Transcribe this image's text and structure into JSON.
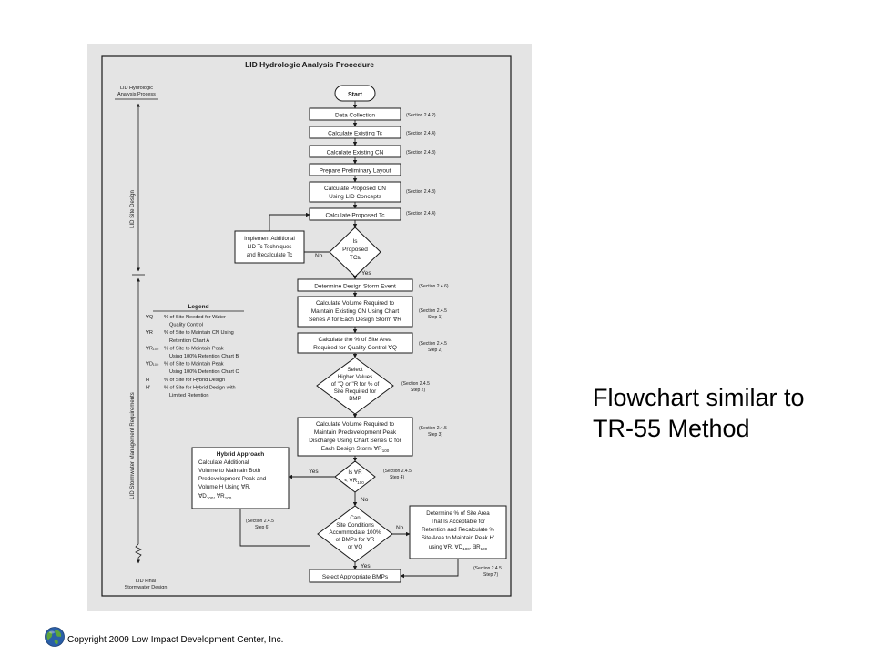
{
  "slide": {
    "caption_line1": "Flowchart similar to",
    "caption_line2": "TR-55 Method",
    "copyright": "Copyright 2009 Low Impact Development Center, Inc."
  },
  "flowchart": {
    "title": "LID Hydrologic Analysis Procedure",
    "side_labels": {
      "analysis_process": "LID Hydrologic Analysis Process",
      "site_design": "LID Site Design",
      "stormwater_requirements": "LID Stormwater Management Requirements",
      "final_design": "LID Final Stormwater Design"
    },
    "start": "Start",
    "steps": {
      "data_collection": "Data Collection",
      "existing_tc": "Calculate Existing Tc",
      "existing_cn": "Calculate Existing CN",
      "preliminary_layout": "Prepare Preliminary Layout",
      "proposed_cn_1": "Calculate Proposed CN",
      "proposed_cn_2": "Using LID Concepts",
      "proposed_tc": "Calculate Proposed Tc",
      "implement_1": "Implement Additional",
      "implement_2": "LID Tc Techniques",
      "implement_3": "and Recalculate Tc",
      "design_storm": "Determine Design Storm Event",
      "vol_existing_1": "Calculate Volume Required to",
      "vol_existing_2": "Maintain Existing CN Using Chart",
      "vol_existing_3": "Series A for Each Design Storm ∀R",
      "site_area_1": "Calculate the % of Site Area",
      "site_area_2": "Required for Quality Control ∀Q",
      "vol_predev_1": "Calculate Volume Required to",
      "vol_predev_2": "Maintain Predevelopment Peak",
      "vol_predev_3": "Discharge Using Chart Series C for",
      "vol_predev_4": "Each Design Storm ∀R",
      "vol_predev_4_sub": "100",
      "hybrid_title": "Hybrid Approach",
      "hybrid_1": "Calculate Additional",
      "hybrid_2": "Volume to Maintain Both",
      "hybrid_3": "Predevelopment Peak and",
      "hybrid_4": "Volume H Using ∀R,",
      "hybrid_5a": "∀D",
      "hybrid_5sub1": "100",
      "hybrid_5b": ", ∀R",
      "hybrid_5sub2": "100",
      "determine_1": "Determine % of Site Area",
      "determine_2": "That Is Acceptable for",
      "determine_3": "Retention and Recalculate %",
      "determine_4": "Site Area to Maintain Peak  H'",
      "determine_5a": "using ∀R, ∀D",
      "determine_5sub1": "100",
      "determine_5b": ", ∃R",
      "determine_5sub2": "100",
      "select_bmps": "Select Appropriate BMPs"
    },
    "decisions": {
      "is_proposed_1": "Is",
      "is_proposed_2": "Proposed",
      "is_proposed_3": "TC≥",
      "select_higher_1": "Select",
      "select_higher_2": "Higher Values",
      "select_higher_3": "of \"Q or \"R for % of",
      "select_higher_4": "Site Required for",
      "select_higher_5": "BMP",
      "is_r_1": "Is ∀R",
      "is_r_2": "< ∀R",
      "is_r_2_sub": "100",
      "can_1": "Can",
      "can_2": "Site Conditions",
      "can_3": "Accommodate 100%",
      "can_4": "of BMPs for ∀R",
      "can_5": "or ∀Q"
    },
    "answers": {
      "no_tc": "No",
      "yes_tc": "Yes",
      "yes_r": "Yes",
      "no_r": "No",
      "no_can": "No",
      "yes_can": "Yes"
    },
    "sections": {
      "s242": "(Section 2.4.2)",
      "s244a": "(Section 2.4.4)",
      "s243a": "(Section 2.4.3)",
      "s243b": "(Section 2.4.3)",
      "s244b": "(Section 2.4.4)",
      "s246": "(Section 2.4.6)",
      "s245_1a": "(Section 2.4.5",
      "s245_1b": "Step 1)",
      "s245_2a": "(Section 2.4.5",
      "s245_2b": "Step 2)",
      "s245_2c": "(Section 2.4.5",
      "s245_2d": "Step 2)",
      "s245_3a": "(Section 2.4.5",
      "s245_3b": "Step 3)",
      "s245_4a": "(Section 2.4.5",
      "s245_4b": "Step 4)",
      "s245_6a": "(Section 2.4.5",
      "s245_6b": "Step 6)",
      "s245_7a": "(Section 2.4.5",
      "s245_7b": "Step 7)"
    },
    "legend": {
      "title": "Legend",
      "rows": [
        {
          "sym": "∀Q",
          "text": "% of Site Needed for Water"
        },
        {
          "sym": "",
          "text": "Quality Control"
        },
        {
          "sym": "∀R",
          "text": "% of Site to Maintain CN Using"
        },
        {
          "sym": "",
          "text": "Retention Chart A"
        },
        {
          "sym": "∀R₁₀₀",
          "text": "% of Site to Maintain Peak"
        },
        {
          "sym": "",
          "text": "Using 100% Retention Chart B"
        },
        {
          "sym": "∀D₁₀₀",
          "text": "% of Site to Maintain Peak"
        },
        {
          "sym": "",
          "text": "Using 100% Detention Chart C"
        },
        {
          "sym": "H",
          "text": "% of Site for Hybrid Design"
        },
        {
          "sym": "H'",
          "text": "% of Site for Hybrid Design with"
        },
        {
          "sym": "",
          "text": "Limited Retention"
        }
      ]
    }
  },
  "colors": {
    "scan_background": "#e4e4e4",
    "ink": "#1a1a1a"
  }
}
